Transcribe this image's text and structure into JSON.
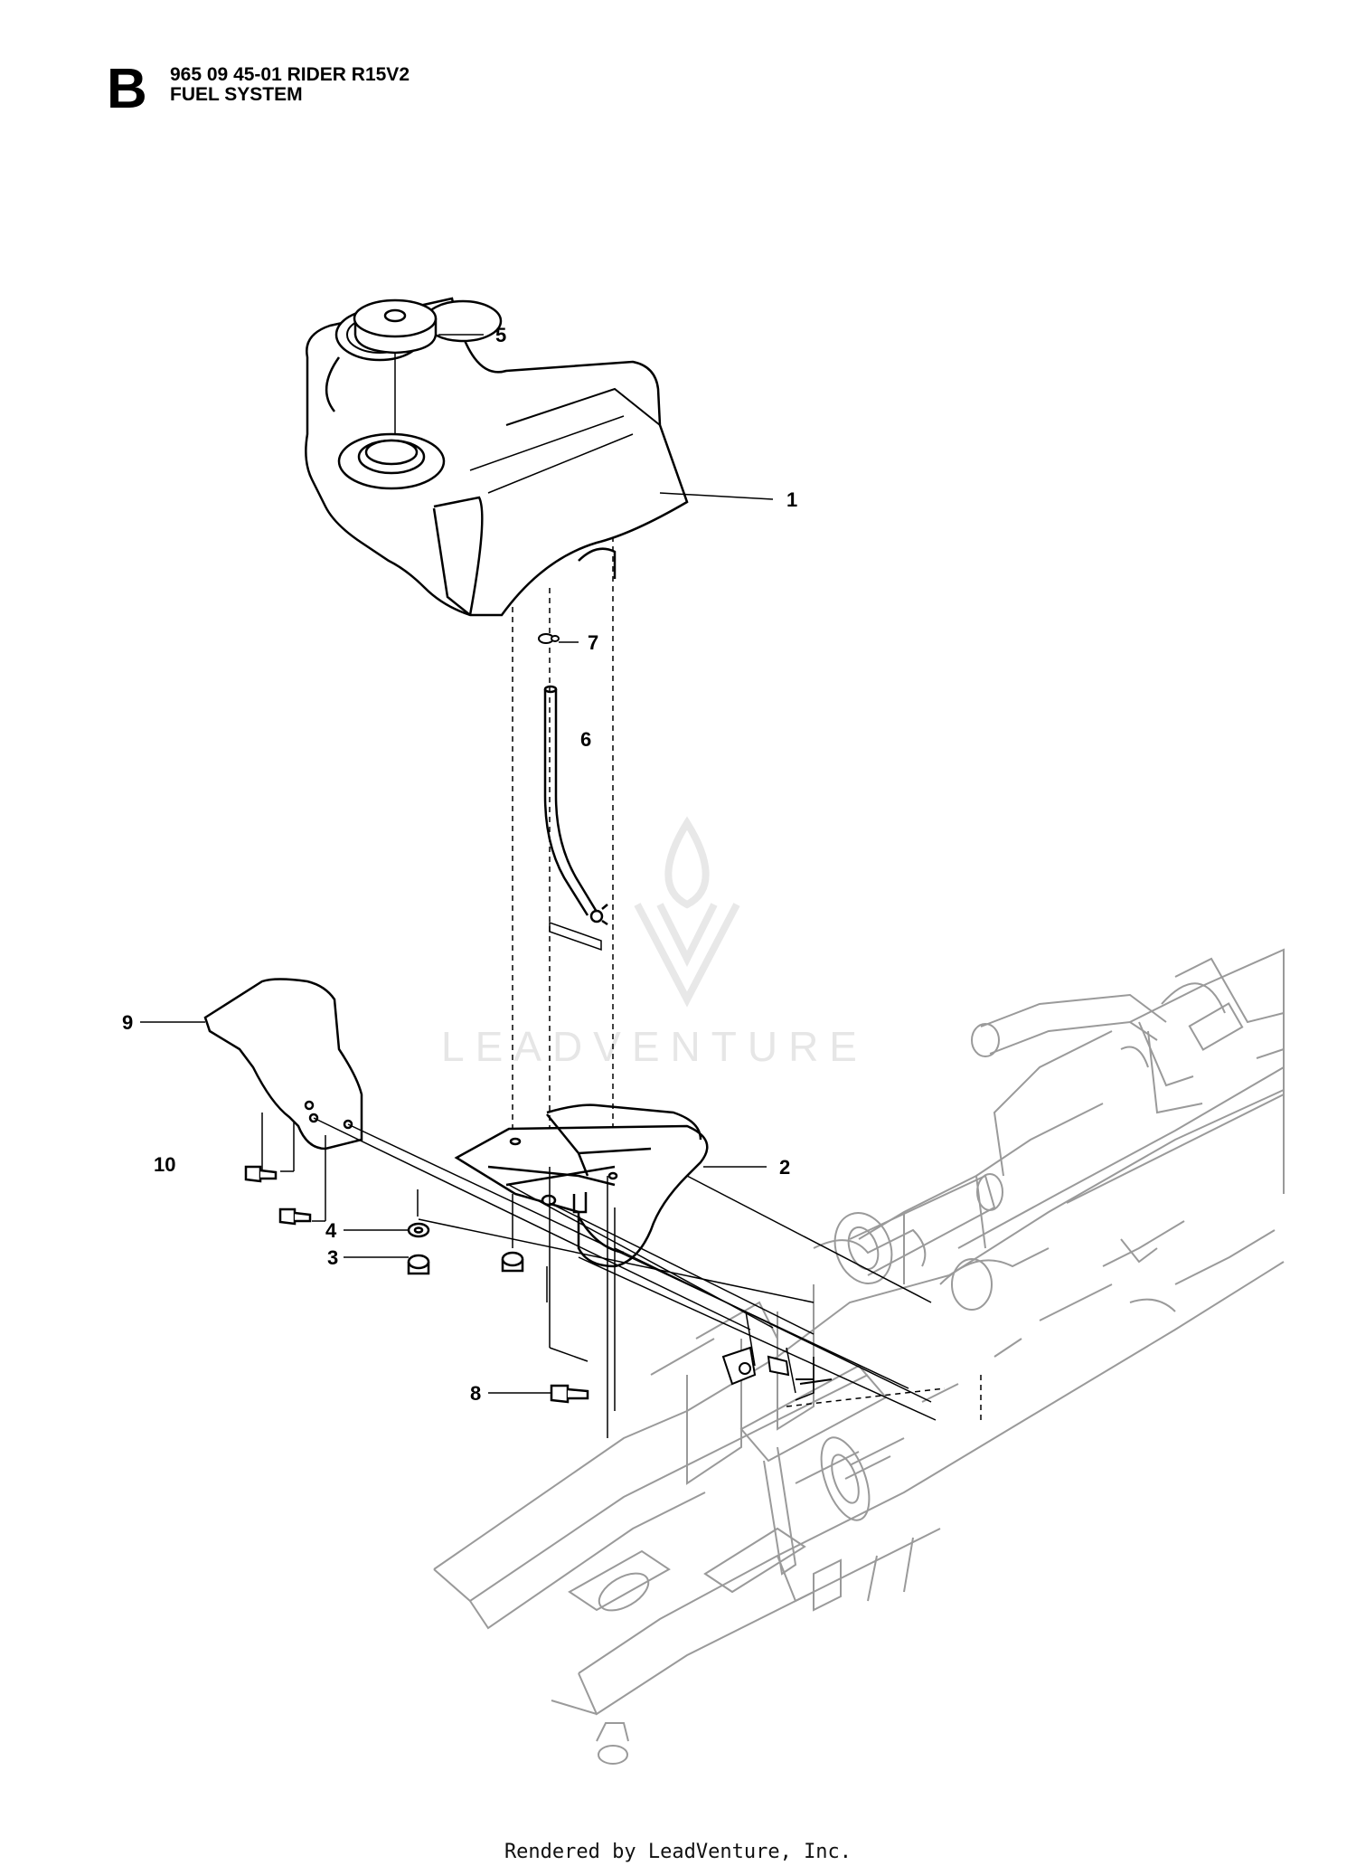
{
  "header": {
    "section_letter": "B",
    "model_line": "965 09 45-01 RIDER R15V2",
    "system_line": "FUEL SYSTEM"
  },
  "callouts": [
    "1",
    "2",
    "3",
    "4",
    "5",
    "6",
    "7",
    "8",
    "9",
    "10"
  ],
  "watermark": {
    "text": "LEADVENTURE"
  },
  "footer": {
    "text": "Rendered by LeadVenture, Inc."
  },
  "colors": {
    "line": "#000000",
    "frame": "#9a9a9a",
    "watermark": "#e6e6e6"
  }
}
